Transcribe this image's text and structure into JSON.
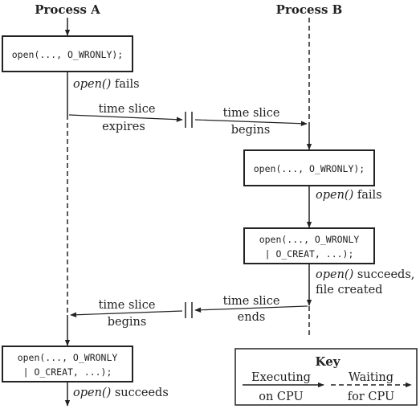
{
  "headers": {
    "process_a": "Process A",
    "process_b": "Process B"
  },
  "calls": {
    "a_open_wronly": "open(..., O_WRONLY);",
    "b_open_wronly": "open(..., O_WRONLY);",
    "b_open_creat_line1": "open(..., O_WRONLY",
    "b_open_creat_line2": "| O_CREAT, ...);",
    "a_open_creat_line1": "open(..., O_WRONLY",
    "a_open_creat_line2": "| O_CREAT, ...);"
  },
  "results": {
    "open_fn": "open()",
    "fails": " fails",
    "succeeds": " succeeds",
    "succeeds_comma": " succeeds,",
    "file_created": "file created"
  },
  "transitions": {
    "first_expire_line1": "time slice",
    "first_expire_line2": "expires",
    "first_begin_line1": "time slice",
    "first_begin_line2": "begins",
    "second_end_line1": "time slice",
    "second_end_line2": "ends",
    "second_begin_line1": "time slice",
    "second_begin_line2": "begins"
  },
  "key": {
    "title": "Key",
    "executing_line1": "Executing",
    "executing_line2": "on CPU",
    "waiting_line1": "Waiting",
    "waiting_line2": "for CPU"
  },
  "colors": {
    "ink": "#222222",
    "background": "#ffffff"
  }
}
